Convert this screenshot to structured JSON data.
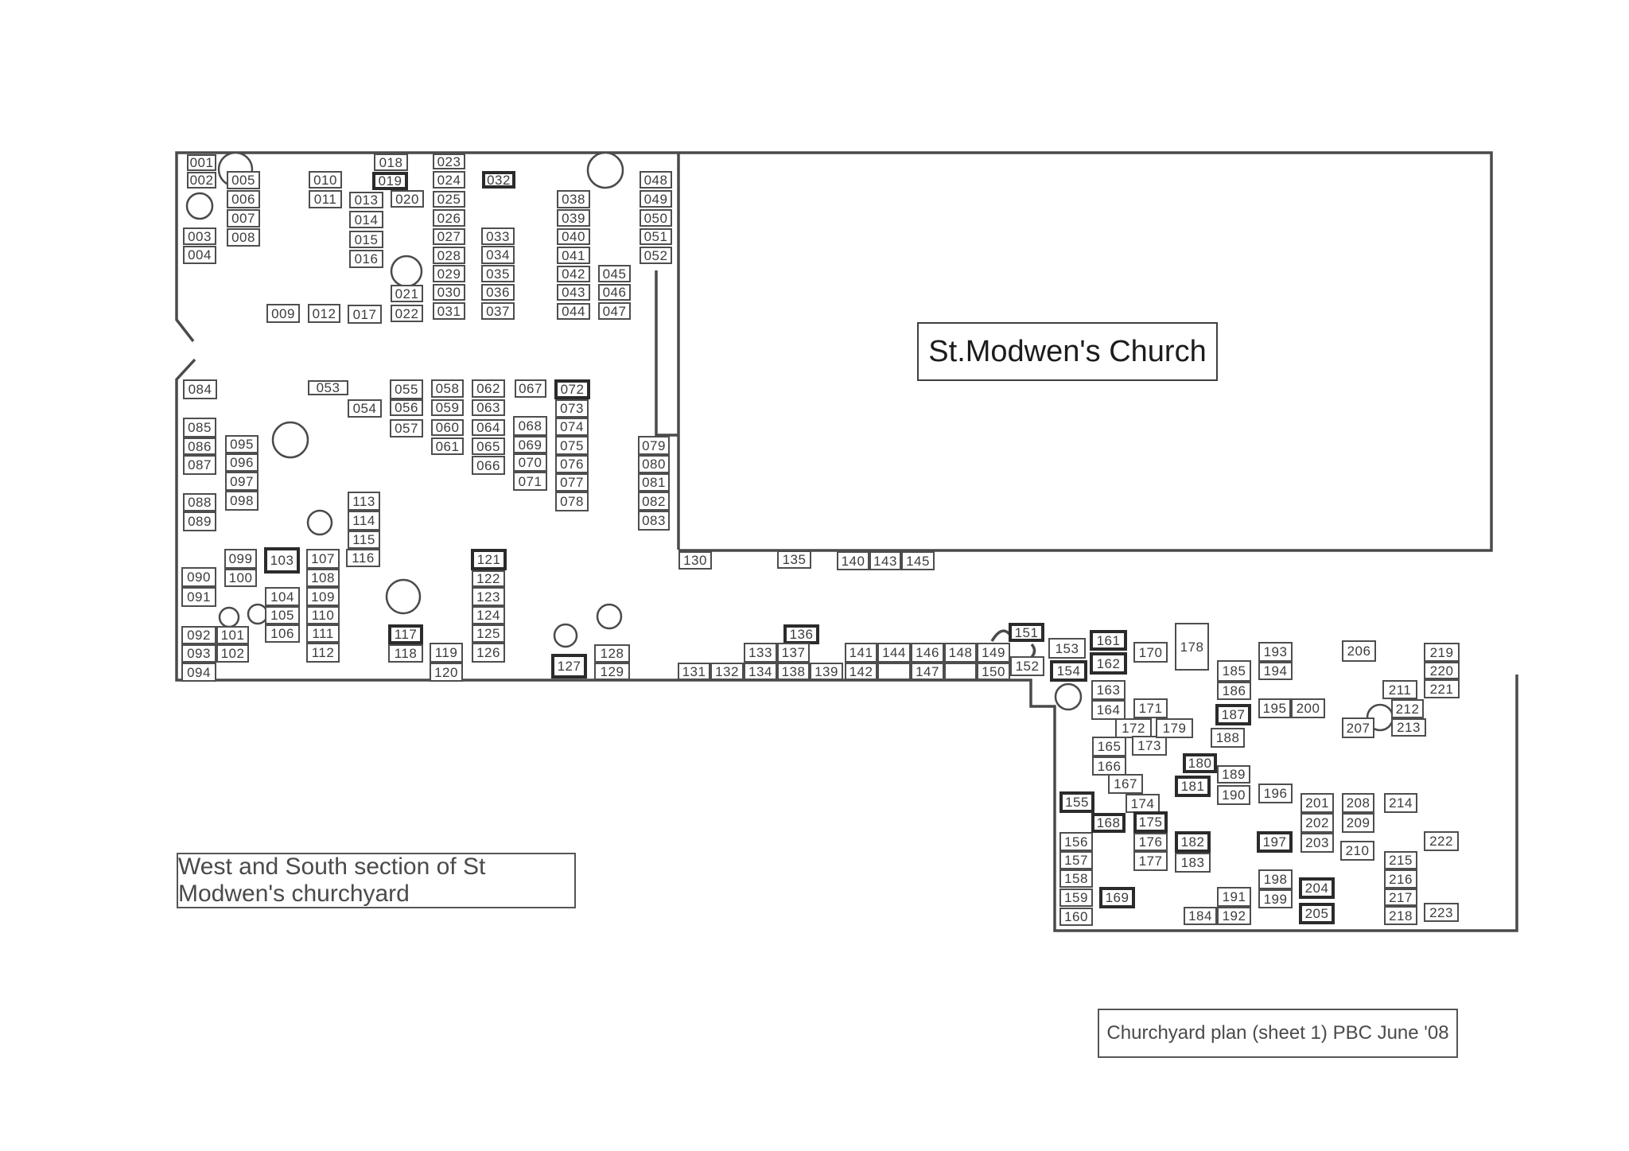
{
  "church_label": "St.Modwen's Church",
  "title": "West and South section of St Modwen's churchyard",
  "footer": "Churchyard plan (sheet 1)  PBC  June '08",
  "colors": {
    "ink": "#4a4a4a",
    "bold_ink": "#2b2b2b",
    "paper": "#ffffff"
  },
  "plots_format": [
    "number",
    "x",
    "y",
    "w",
    "h",
    "bold"
  ],
  "plots": [
    [
      "001",
      235,
      194,
      37,
      21,
      0
    ],
    [
      "002",
      235,
      216,
      37,
      21,
      0
    ],
    [
      "003",
      230,
      286,
      42,
      22,
      0
    ],
    [
      "004",
      230,
      309,
      42,
      23,
      0
    ],
    [
      "005",
      285,
      215,
      42,
      23,
      0
    ],
    [
      "006",
      285,
      239,
      42,
      23,
      0
    ],
    [
      "007",
      285,
      263,
      42,
      23,
      0
    ],
    [
      "008",
      285,
      287,
      42,
      23,
      0
    ],
    [
      "009",
      335,
      382,
      42,
      24,
      0
    ],
    [
      "010",
      388,
      215,
      42,
      22,
      0
    ],
    [
      "011",
      388,
      239,
      42,
      23,
      0
    ],
    [
      "012",
      387,
      382,
      41,
      24,
      0
    ],
    [
      "013",
      439,
      241,
      43,
      21,
      0
    ],
    [
      "014",
      439,
      265,
      43,
      22,
      0
    ],
    [
      "015",
      439,
      290,
      43,
      22,
      0
    ],
    [
      "016",
      439,
      314,
      43,
      23,
      0
    ],
    [
      "017",
      437,
      383,
      43,
      24,
      0
    ],
    [
      "018",
      470,
      193,
      43,
      22,
      0
    ],
    [
      "019",
      468,
      216,
      45,
      23,
      1
    ],
    [
      "020",
      491,
      239,
      42,
      22,
      0
    ],
    [
      "021",
      491,
      358,
      41,
      22,
      0
    ],
    [
      "022",
      491,
      383,
      41,
      22,
      0
    ],
    [
      "023",
      544,
      193,
      41,
      20,
      0
    ],
    [
      "024",
      544,
      215,
      41,
      22,
      0
    ],
    [
      "025",
      544,
      240,
      41,
      21,
      0
    ],
    [
      "026",
      544,
      263,
      41,
      22,
      0
    ],
    [
      "027",
      544,
      287,
      41,
      21,
      0
    ],
    [
      "028",
      544,
      310,
      41,
      22,
      0
    ],
    [
      "029",
      544,
      333,
      41,
      22,
      0
    ],
    [
      "030",
      544,
      357,
      41,
      21,
      0
    ],
    [
      "031",
      544,
      380,
      41,
      22,
      0
    ],
    [
      "032",
      606,
      215,
      42,
      22,
      1
    ],
    [
      "033",
      605,
      286,
      42,
      22,
      0
    ],
    [
      "034",
      605,
      309,
      42,
      23,
      0
    ],
    [
      "035",
      605,
      333,
      42,
      22,
      0
    ],
    [
      "036",
      605,
      357,
      42,
      21,
      0
    ],
    [
      "037",
      605,
      380,
      42,
      22,
      0
    ],
    [
      "038",
      700,
      239,
      42,
      23,
      0
    ],
    [
      "039",
      700,
      263,
      42,
      22,
      0
    ],
    [
      "040",
      700,
      287,
      42,
      21,
      0
    ],
    [
      "041",
      700,
      310,
      42,
      22,
      0
    ],
    [
      "042",
      700,
      334,
      42,
      21,
      0
    ],
    [
      "043",
      700,
      357,
      42,
      21,
      0
    ],
    [
      "044",
      700,
      381,
      42,
      21,
      0
    ],
    [
      "045",
      752,
      333,
      41,
      22,
      0
    ],
    [
      "046",
      752,
      357,
      41,
      21,
      0
    ],
    [
      "047",
      752,
      380,
      41,
      22,
      0
    ],
    [
      "048",
      804,
      215,
      41,
      22,
      0
    ],
    [
      "049",
      804,
      239,
      41,
      22,
      0
    ],
    [
      "050",
      804,
      263,
      41,
      22,
      0
    ],
    [
      "051",
      804,
      287,
      41,
      21,
      0
    ],
    [
      "052",
      804,
      310,
      41,
      22,
      0
    ],
    [
      "053",
      387,
      478,
      51,
      19,
      0
    ],
    [
      "054",
      437,
      502,
      43,
      23,
      0
    ],
    [
      "055",
      490,
      477,
      42,
      25,
      0
    ],
    [
      "056",
      490,
      502,
      42,
      21,
      0
    ],
    [
      "057",
      490,
      527,
      42,
      23,
      0
    ],
    [
      "058",
      542,
      477,
      41,
      23,
      0
    ],
    [
      "059",
      542,
      502,
      41,
      21,
      0
    ],
    [
      "060",
      542,
      527,
      41,
      21,
      0
    ],
    [
      "061",
      542,
      550,
      41,
      22,
      0
    ],
    [
      "062",
      593,
      477,
      42,
      23,
      0
    ],
    [
      "063",
      593,
      502,
      42,
      21,
      0
    ],
    [
      "064",
      593,
      527,
      42,
      21,
      0
    ],
    [
      "065",
      593,
      550,
      42,
      22,
      0
    ],
    [
      "066",
      593,
      573,
      42,
      24,
      0
    ],
    [
      "067",
      647,
      477,
      40,
      23,
      0
    ],
    [
      "068",
      645,
      523,
      43,
      25,
      0
    ],
    [
      "069",
      645,
      548,
      43,
      22,
      0
    ],
    [
      "070",
      645,
      570,
      43,
      23,
      0
    ],
    [
      "071",
      645,
      593,
      43,
      24,
      0
    ],
    [
      "072",
      697,
      477,
      45,
      25,
      1
    ],
    [
      "073",
      698,
      502,
      42,
      23,
      0
    ],
    [
      "074",
      698,
      525,
      42,
      23,
      0
    ],
    [
      "075",
      698,
      548,
      42,
      24,
      0
    ],
    [
      "076",
      698,
      572,
      42,
      23,
      0
    ],
    [
      "077",
      698,
      595,
      42,
      23,
      0
    ],
    [
      "078",
      698,
      618,
      42,
      25,
      0
    ],
    [
      "079",
      802,
      548,
      40,
      24,
      0
    ],
    [
      "080",
      802,
      572,
      40,
      23,
      0
    ],
    [
      "081",
      802,
      595,
      40,
      23,
      0
    ],
    [
      "082",
      802,
      618,
      40,
      24,
      0
    ],
    [
      "083",
      802,
      642,
      40,
      25,
      0
    ],
    [
      "084",
      230,
      477,
      43,
      25,
      0
    ],
    [
      "085",
      230,
      525,
      42,
      25,
      0
    ],
    [
      "086",
      230,
      550,
      42,
      22,
      0
    ],
    [
      "087",
      230,
      572,
      42,
      25,
      0
    ],
    [
      "088",
      230,
      620,
      42,
      23,
      0
    ],
    [
      "089",
      230,
      643,
      42,
      25,
      0
    ],
    [
      "095",
      283,
      547,
      42,
      23,
      0
    ],
    [
      "096",
      283,
      570,
      42,
      23,
      0
    ],
    [
      "097",
      283,
      593,
      42,
      24,
      0
    ],
    [
      "098",
      283,
      617,
      42,
      25,
      0
    ],
    [
      "113",
      437,
      618,
      41,
      24,
      0
    ],
    [
      "114",
      437,
      642,
      41,
      25,
      0
    ],
    [
      "115",
      437,
      667,
      41,
      23,
      0
    ],
    [
      "116",
      435,
      690,
      43,
      23,
      0
    ],
    [
      "090",
      228,
      713,
      44,
      25,
      0
    ],
    [
      "091",
      228,
      738,
      44,
      25,
      0
    ],
    [
      "092",
      228,
      787,
      44,
      23,
      0
    ],
    [
      "093",
      228,
      810,
      44,
      23,
      0
    ],
    [
      "094",
      228,
      833,
      44,
      24,
      0
    ],
    [
      "099",
      282,
      690,
      41,
      25,
      0
    ],
    [
      "100",
      282,
      715,
      41,
      23,
      0
    ],
    [
      "101",
      272,
      787,
      41,
      23,
      0
    ],
    [
      "102",
      272,
      810,
      41,
      23,
      0
    ],
    [
      "103",
      332,
      688,
      45,
      33,
      1
    ],
    [
      "104",
      333,
      738,
      44,
      24,
      0
    ],
    [
      "105",
      333,
      762,
      44,
      23,
      0
    ],
    [
      "106",
      333,
      785,
      44,
      23,
      0
    ],
    [
      "107",
      385,
      690,
      42,
      25,
      0
    ],
    [
      "108",
      385,
      715,
      42,
      23,
      0
    ],
    [
      "109",
      385,
      738,
      42,
      24,
      0
    ],
    [
      "110",
      385,
      762,
      42,
      23,
      0
    ],
    [
      "111",
      385,
      785,
      42,
      23,
      0
    ],
    [
      "112",
      385,
      808,
      42,
      25,
      0
    ],
    [
      "117",
      488,
      785,
      44,
      25,
      1
    ],
    [
      "118",
      488,
      810,
      44,
      23,
      0
    ],
    [
      "119",
      540,
      808,
      42,
      25,
      0
    ],
    [
      "120",
      540,
      833,
      42,
      24,
      0
    ],
    [
      "121",
      592,
      690,
      45,
      27,
      1
    ],
    [
      "122",
      593,
      717,
      42,
      21,
      0
    ],
    [
      "123",
      593,
      738,
      42,
      24,
      0
    ],
    [
      "124",
      593,
      762,
      42,
      23,
      0
    ],
    [
      "125",
      593,
      785,
      42,
      23,
      0
    ],
    [
      "126",
      593,
      808,
      42,
      25,
      0
    ],
    [
      "127",
      693,
      822,
      45,
      31,
      1
    ],
    [
      "128",
      747,
      810,
      45,
      23,
      0
    ],
    [
      "129",
      747,
      833,
      45,
      22,
      0
    ],
    [
      "130",
      853,
      693,
      42,
      23,
      0
    ],
    [
      "135",
      977,
      692,
      43,
      23,
      0
    ],
    [
      "140",
      1052,
      693,
      41,
      24,
      0
    ],
    [
      "143",
      1093,
      693,
      40,
      24,
      0
    ],
    [
      "145",
      1133,
      693,
      42,
      24,
      0
    ],
    [
      "131",
      852,
      833,
      41,
      22,
      0
    ],
    [
      "132",
      893,
      833,
      42,
      22,
      0
    ],
    [
      "133",
      935,
      808,
      42,
      25,
      0
    ],
    [
      "134",
      935,
      833,
      42,
      22,
      0
    ],
    [
      "136",
      985,
      785,
      45,
      25,
      1
    ],
    [
      "137",
      977,
      808,
      41,
      25,
      0
    ],
    [
      "138",
      977,
      833,
      41,
      22,
      0
    ],
    [
      "139",
      1018,
      833,
      42,
      22,
      0
    ],
    [
      "141",
      1062,
      808,
      41,
      25,
      0
    ],
    [
      "142",
      1062,
      833,
      41,
      22,
      0
    ],
    [
      "144",
      1103,
      808,
      42,
      25,
      0
    ],
    [
      "146",
      1145,
      808,
      42,
      25,
      0
    ],
    [
      "147",
      1145,
      833,
      42,
      22,
      0
    ],
    [
      "148",
      1187,
      808,
      41,
      25,
      0
    ],
    [
      "149",
      1228,
      808,
      42,
      25,
      0
    ],
    [
      "150",
      1228,
      833,
      42,
      22,
      0
    ],
    [
      "151",
      1268,
      783,
      45,
      24,
      1
    ],
    [
      "152",
      1270,
      825,
      43,
      25,
      0
    ],
    [
      "153",
      1318,
      802,
      47,
      26,
      0
    ],
    [
      "154",
      1320,
      830,
      47,
      27,
      1
    ],
    [
      "155",
      1332,
      995,
      44,
      27,
      1
    ],
    [
      "156",
      1332,
      1046,
      42,
      24,
      0
    ],
    [
      "157",
      1332,
      1070,
      42,
      23,
      0
    ],
    [
      "158",
      1332,
      1093,
      42,
      23,
      0
    ],
    [
      "159",
      1332,
      1117,
      42,
      23,
      0
    ],
    [
      "160",
      1332,
      1141,
      42,
      23,
      0
    ],
    [
      "161",
      1370,
      792,
      47,
      26,
      1
    ],
    [
      "162",
      1370,
      820,
      47,
      28,
      1
    ],
    [
      "163",
      1372,
      855,
      43,
      25,
      0
    ],
    [
      "164",
      1372,
      880,
      43,
      25,
      0
    ],
    [
      "165",
      1373,
      926,
      43,
      25,
      0
    ],
    [
      "166",
      1373,
      951,
      43,
      24,
      0
    ],
    [
      "167",
      1393,
      973,
      44,
      25,
      0
    ],
    [
      "168",
      1372,
      1022,
      43,
      25,
      1
    ],
    [
      "169",
      1382,
      1115,
      45,
      27,
      1
    ],
    [
      "170",
      1425,
      807,
      43,
      26,
      0
    ],
    [
      "171",
      1425,
      878,
      43,
      25,
      0
    ],
    [
      "172",
      1402,
      903,
      46,
      25,
      0
    ],
    [
      "173",
      1423,
      925,
      44,
      25,
      0
    ],
    [
      "174",
      1415,
      998,
      43,
      24,
      0
    ],
    [
      "175",
      1425,
      1020,
      43,
      27,
      1
    ],
    [
      "176",
      1425,
      1047,
      43,
      23,
      0
    ],
    [
      "177",
      1425,
      1070,
      43,
      25,
      0
    ],
    [
      "178",
      1477,
      783,
      43,
      60,
      0
    ],
    [
      "179",
      1453,
      903,
      47,
      25,
      0
    ],
    [
      "180",
      1487,
      947,
      43,
      25,
      1
    ],
    [
      "181",
      1477,
      975,
      45,
      27,
      1
    ],
    [
      "182",
      1477,
      1045,
      45,
      27,
      1
    ],
    [
      "183",
      1477,
      1072,
      45,
      25,
      0
    ],
    [
      "184",
      1488,
      1140,
      42,
      23,
      0
    ],
    [
      "185",
      1530,
      830,
      43,
      27,
      0
    ],
    [
      "186",
      1530,
      857,
      43,
      23,
      0
    ],
    [
      "187",
      1528,
      885,
      45,
      27,
      1
    ],
    [
      "188",
      1522,
      915,
      43,
      25,
      0
    ],
    [
      "189",
      1530,
      962,
      42,
      23,
      0
    ],
    [
      "190",
      1530,
      987,
      42,
      25,
      0
    ],
    [
      "191",
      1530,
      1115,
      43,
      25,
      0
    ],
    [
      "192",
      1530,
      1140,
      43,
      23,
      0
    ],
    [
      "193",
      1582,
      807,
      43,
      25,
      0
    ],
    [
      "194",
      1582,
      832,
      43,
      23,
      0
    ],
    [
      "195",
      1582,
      878,
      41,
      25,
      0
    ],
    [
      "196",
      1582,
      985,
      43,
      25,
      0
    ],
    [
      "197",
      1580,
      1045,
      45,
      27,
      1
    ],
    [
      "198",
      1582,
      1093,
      43,
      25,
      0
    ],
    [
      "199",
      1582,
      1118,
      43,
      24,
      0
    ],
    [
      "200",
      1623,
      878,
      43,
      25,
      0
    ],
    [
      "201",
      1635,
      997,
      42,
      25,
      0
    ],
    [
      "202",
      1635,
      1022,
      42,
      25,
      0
    ],
    [
      "203",
      1635,
      1047,
      42,
      25,
      0
    ],
    [
      "204",
      1633,
      1103,
      45,
      27,
      1
    ],
    [
      "205",
      1633,
      1135,
      45,
      27,
      1
    ],
    [
      "206",
      1687,
      805,
      43,
      27,
      0
    ],
    [
      "207",
      1687,
      902,
      41,
      26,
      0
    ],
    [
      "208",
      1687,
      997,
      41,
      25,
      0
    ],
    [
      "209",
      1687,
      1022,
      41,
      25,
      0
    ],
    [
      "210",
      1685,
      1057,
      43,
      25,
      0
    ],
    [
      "211",
      1738,
      855,
      44,
      24,
      0
    ],
    [
      "212",
      1749,
      879,
      41,
      24,
      0
    ],
    [
      "213",
      1749,
      903,
      44,
      23,
      0
    ],
    [
      "214",
      1740,
      997,
      42,
      25,
      0
    ],
    [
      "215",
      1740,
      1070,
      42,
      23,
      0
    ],
    [
      "216",
      1740,
      1093,
      42,
      24,
      0
    ],
    [
      "217",
      1740,
      1117,
      42,
      22,
      0
    ],
    [
      "218",
      1740,
      1139,
      42,
      24,
      0
    ],
    [
      "219",
      1790,
      808,
      45,
      24,
      0
    ],
    [
      "220",
      1790,
      832,
      45,
      22,
      0
    ],
    [
      "221",
      1790,
      854,
      45,
      24,
      0
    ],
    [
      "222",
      1790,
      1045,
      44,
      25,
      0
    ],
    [
      "223",
      1790,
      1135,
      44,
      24,
      0
    ]
  ],
  "empty_cells": [
    [
      1103,
      833,
      42,
      22
    ],
    [
      1187,
      833,
      41,
      22
    ]
  ],
  "trees_format": [
    "cx",
    "cy",
    "r"
  ],
  "trees": [
    [
      296,
      213,
      21
    ],
    [
      251,
      259,
      16
    ],
    [
      511,
      341,
      19
    ],
    [
      761,
      214,
      22
    ],
    [
      365,
      553,
      22
    ],
    [
      402,
      657,
      15
    ],
    [
      288,
      776,
      12
    ],
    [
      324,
      772,
      12
    ],
    [
      507,
      750,
      21
    ],
    [
      711,
      799,
      14
    ],
    [
      766,
      775,
      15
    ],
    [
      1343,
      876,
      16
    ],
    [
      1735,
      902,
      16
    ]
  ],
  "walls": [
    "M 222,403 L 222,192 L 1875,192 L 1875,692 L 853,692",
    "M 853,192 L 853,691",
    "M 222,402 L 243,429",
    "M 245,452 L 222,477 L 222,855 L 1296,855 L 1296,888 L 1326,888 L 1326,1170 L 1907,1170 L 1907,848",
    "M 825,340 L 825,547 L 852,547",
    "M 1247,806 Q 1259,786 1269,797",
    "M 1297,810 Q 1304,818 1297,826"
  ]
}
